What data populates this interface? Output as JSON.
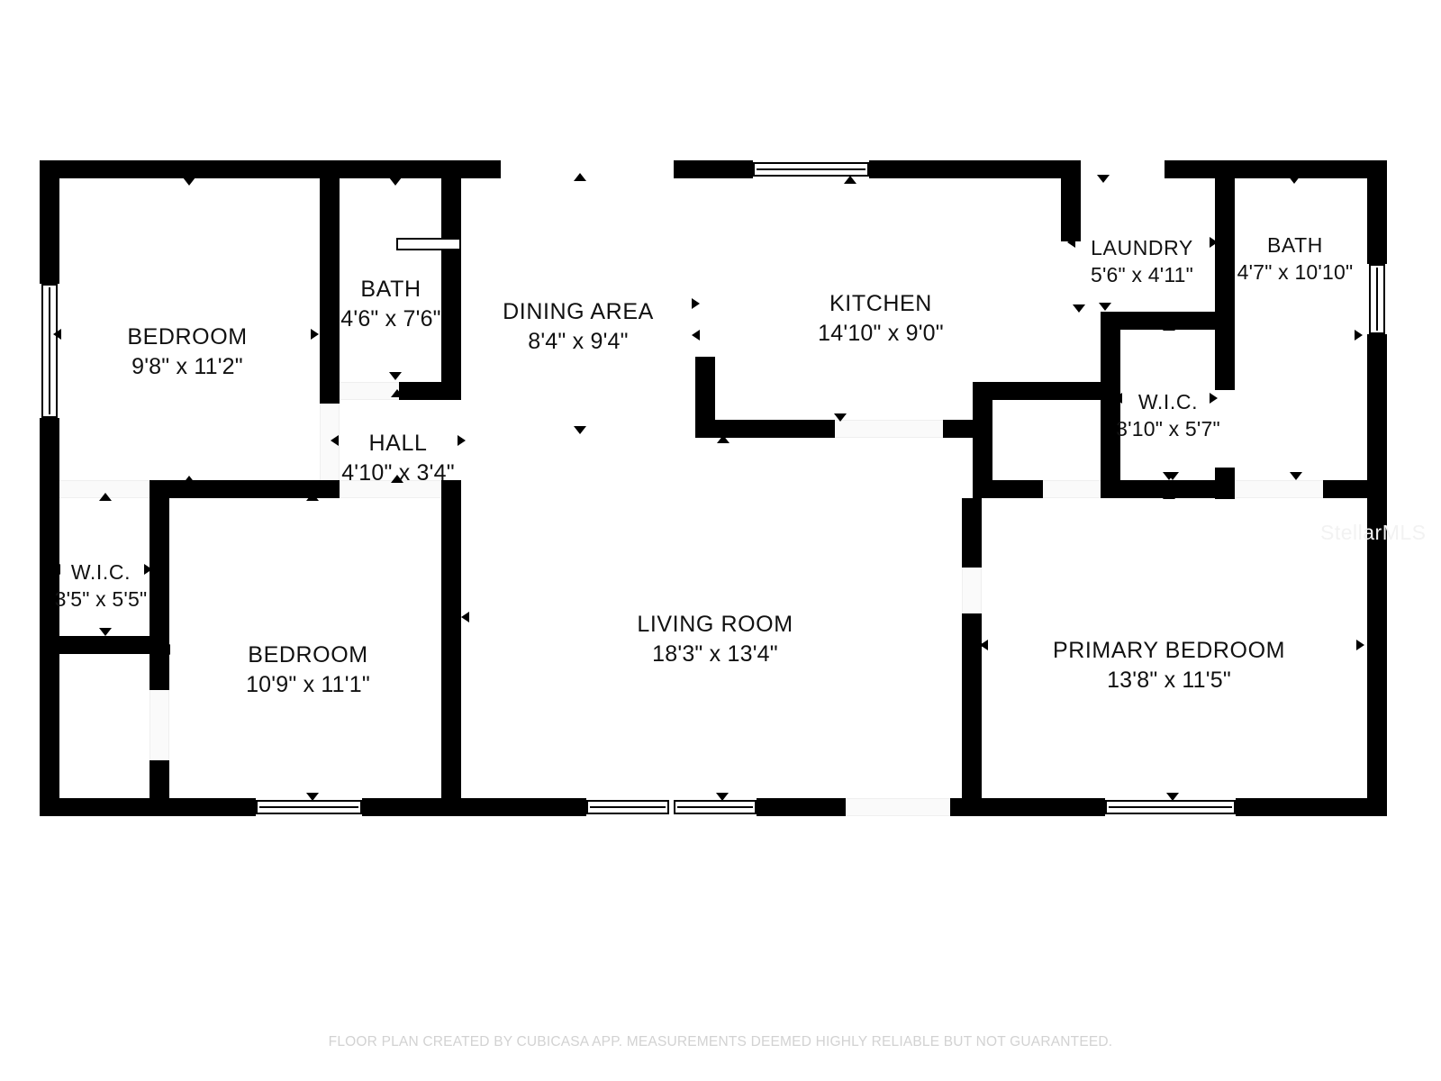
{
  "document": {
    "type": "floor-plan",
    "watermark": "StellarMLS",
    "footer_note": "FLOOR PLAN CREATED BY CUBICASA APP. MEASUREMENTS DEEMED HIGHLY RELIABLE BUT NOT GUARANTEED."
  },
  "colors": {
    "wall": "#000000",
    "background": "#ffffff",
    "text": "#111111",
    "footer_text": "#d2d2d2",
    "watermark_text": "#f2f2f2"
  },
  "rooms": [
    {
      "id": "bedroom-1",
      "name": "BEDROOM",
      "dimensions": "9'8\" x 11'2\""
    },
    {
      "id": "bath-1",
      "name": "BATH",
      "dimensions": "4'6\" x 7'6\""
    },
    {
      "id": "hall",
      "name": "HALL",
      "dimensions": "4'10\" x 3'4\""
    },
    {
      "id": "dining-area",
      "name": "DINING AREA",
      "dimensions": "8'4\" x 9'4\""
    },
    {
      "id": "kitchen",
      "name": "KITCHEN",
      "dimensions": "14'10\" x 9'0\""
    },
    {
      "id": "laundry",
      "name": "LAUNDRY",
      "dimensions": "5'6\" x 4'11\""
    },
    {
      "id": "bath-2",
      "name": "BATH",
      "dimensions": "4'7\" x 10'10\""
    },
    {
      "id": "wic-primary",
      "name": "W.I.C.",
      "dimensions": "3'10\" x 5'7\""
    },
    {
      "id": "wic-bedroom-2",
      "name": "W.I.C.",
      "dimensions": "3'5\" x 5'5\""
    },
    {
      "id": "bedroom-2",
      "name": "BEDROOM",
      "dimensions": "10'9\" x 11'1\""
    },
    {
      "id": "living-room",
      "name": "LIVING ROOM",
      "dimensions": "18'3\" x 13'4\""
    },
    {
      "id": "primary-bedroom",
      "name": "PRIMARY BEDROOM",
      "dimensions": "13'8\" x 11'5\""
    }
  ]
}
